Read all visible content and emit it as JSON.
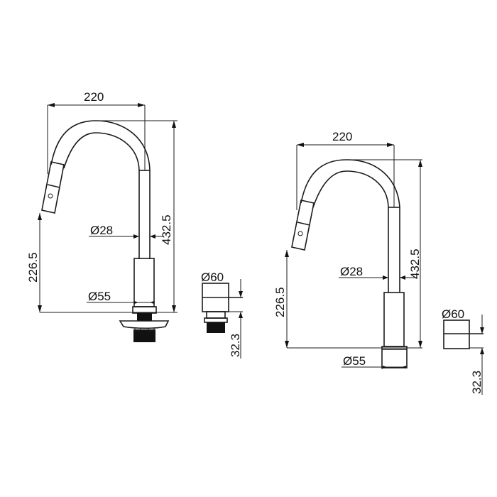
{
  "drawing": {
    "units": "mm",
    "views": [
      {
        "name": "faucet-with-mounting-base",
        "dimensions": {
          "spout_reach": "220",
          "total_height": "432.5",
          "outlet_height": "226.5",
          "upper_pipe_diameter": "Ø28",
          "base_diameter": "Ø55"
        }
      },
      {
        "name": "mounting-nut-detail-left",
        "dimensions": {
          "diameter": "Ø60",
          "height": "32.3"
        }
      },
      {
        "name": "faucet-plain",
        "dimensions": {
          "spout_reach": "220",
          "total_height": "432.5",
          "outlet_height": "226.5",
          "upper_pipe_diameter": "Ø28",
          "base_diameter": "Ø55"
        }
      },
      {
        "name": "mounting-nut-detail-right",
        "dimensions": {
          "diameter": "Ø60",
          "height": "32.3"
        }
      }
    ]
  }
}
